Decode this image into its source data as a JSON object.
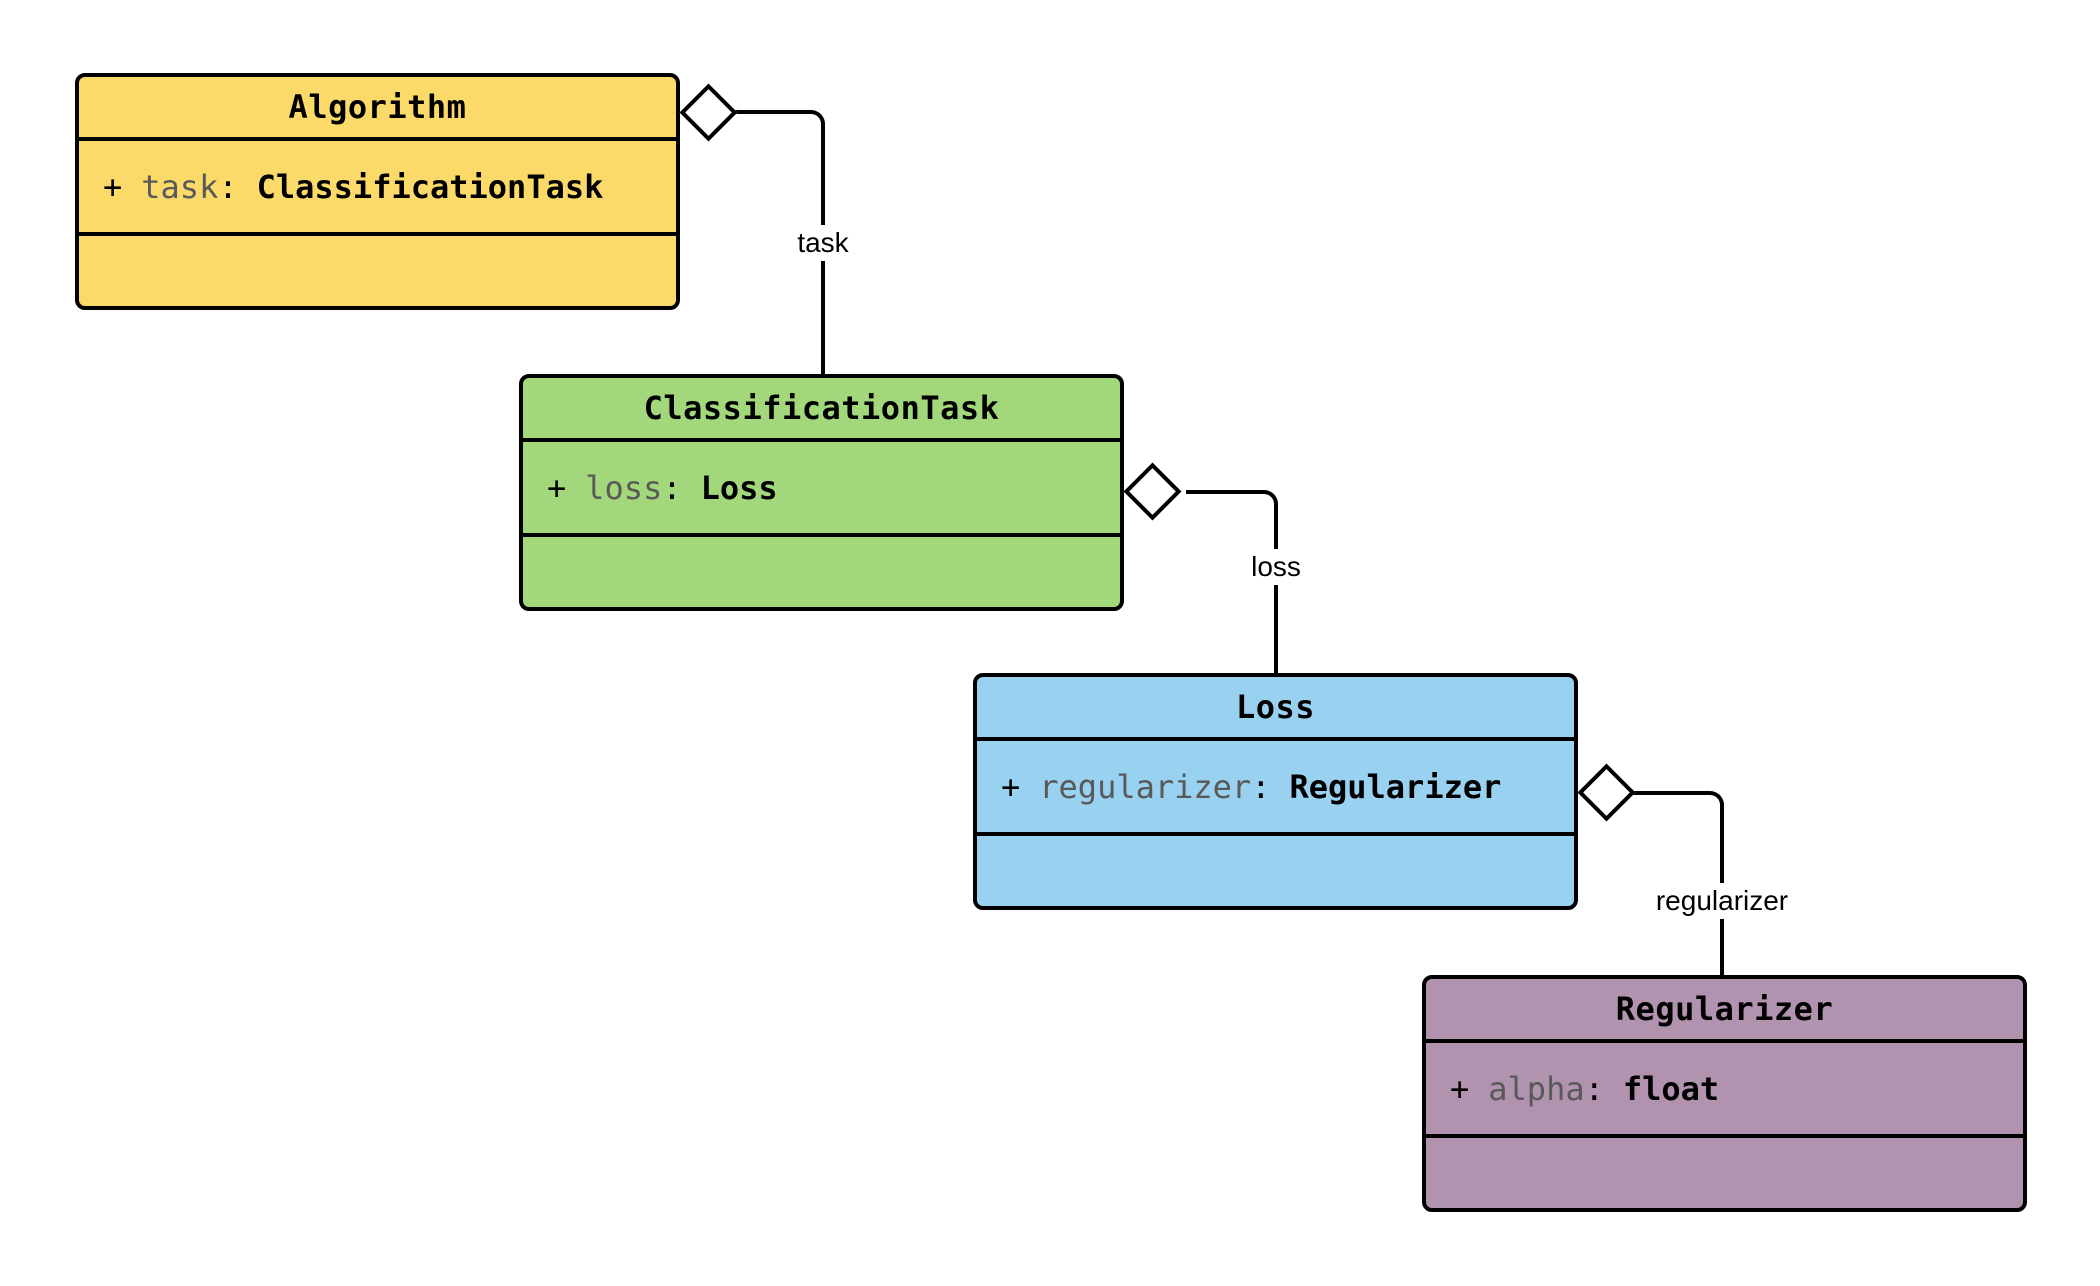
{
  "diagram": {
    "type": "uml-class-diagram",
    "background": "#ffffff",
    "stroke_color": "#000000",
    "attr_name_color": "#595959",
    "classes": [
      {
        "name": "Algorithm",
        "fill": "#FCDA6A",
        "attributes": [
          {
            "visibility": "+",
            "name": "task",
            "separator": ":",
            "type": "ClassificationTask"
          }
        ]
      },
      {
        "name": "ClassificationTask",
        "fill": "#A3D77C",
        "attributes": [
          {
            "visibility": "+",
            "name": "loss",
            "separator": ":",
            "type": "Loss"
          }
        ]
      },
      {
        "name": "Loss",
        "fill": "#99D1F0",
        "attributes": [
          {
            "visibility": "+",
            "name": "regularizer",
            "separator": ":",
            "type": "Regularizer"
          }
        ]
      },
      {
        "name": "Regularizer",
        "fill": "#B192AF",
        "attributes": [
          {
            "visibility": "+",
            "name": "alpha",
            "separator": ":",
            "type": "float"
          }
        ]
      }
    ],
    "relations": [
      {
        "kind": "aggregation",
        "from": "Algorithm",
        "to": "ClassificationTask",
        "label": "task"
      },
      {
        "kind": "aggregation",
        "from": "ClassificationTask",
        "to": "Loss",
        "label": "loss"
      },
      {
        "kind": "aggregation",
        "from": "Loss",
        "to": "Regularizer",
        "label": "regularizer"
      }
    ]
  }
}
